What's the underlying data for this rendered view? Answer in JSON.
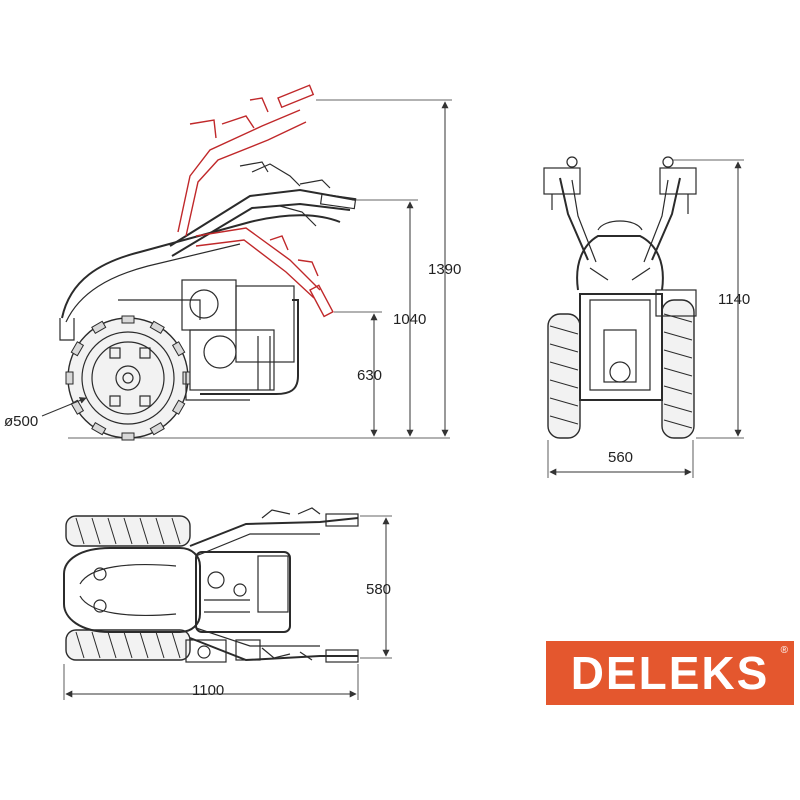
{
  "dimensions": {
    "wheel_diameter": "ø500",
    "height_max": "1390",
    "height_mid": "1040",
    "height_low": "630",
    "height_front": "1140",
    "width_front": "560",
    "width_top": "580",
    "length_top": "1100"
  },
  "brand": {
    "name": "DELEKS",
    "registered": "®",
    "color": "#e4572e"
  },
  "colors": {
    "line": "#2b2b2b",
    "alternate_handle": "#c0282a"
  }
}
